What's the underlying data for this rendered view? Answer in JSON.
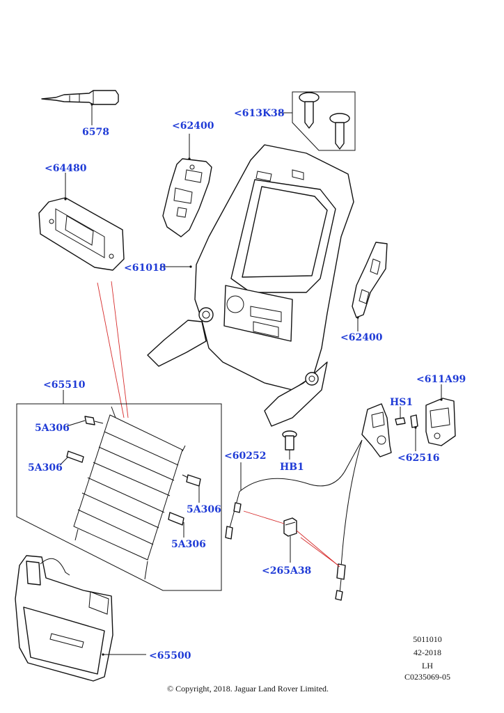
{
  "callouts": {
    "c6578": "6578",
    "c62400_top": "<62400",
    "c613K38": "<613K38",
    "c64480": "<64480",
    "c61018": "<61018",
    "c62400_right": "<62400",
    "c65510": "<65510",
    "c611A99": "<611A99",
    "cHS1": "HS1",
    "c5A306_a": "5A306",
    "c5A306_b": "5A306",
    "c5A306_c": "5A306",
    "c5A306_d": "5A306",
    "c60252": "<60252",
    "cHB1": "HB1",
    "c62516": "<62516",
    "c265A38": "<265A38",
    "c65500": "<65500"
  },
  "reference": {
    "line1": "5011010",
    "line2": "42-2018",
    "line3": "LH",
    "line4": "C0235069-05"
  },
  "copyright": "© Copyright, 2018. Jaguar Land Rover Limited.",
  "colors": {
    "callout": "#1f3bd6",
    "leader": "#111111",
    "guide": "#d62a2a"
  }
}
